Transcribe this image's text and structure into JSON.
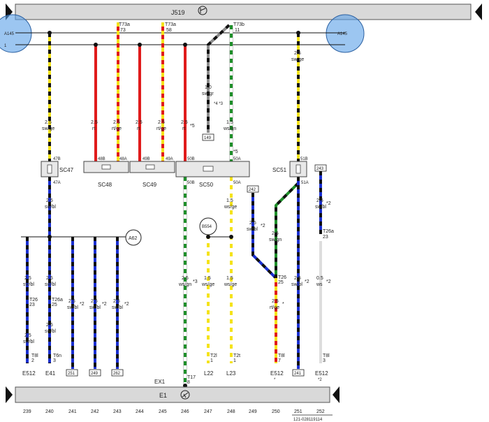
{
  "diagram": {
    "top_bus_label": "J519",
    "bottom_bus_label": "E1",
    "ex_label": "EX1",
    "a_label_left": "A145",
    "a_label_right": "A145",
    "a_label_left_sub": "1",
    "fuse_labels": [
      "SC47",
      "SC48",
      "SC49",
      "SC50",
      "SC51"
    ],
    "column_numbers": [
      "239",
      "240",
      "241",
      "242",
      "243",
      "244",
      "245",
      "246",
      "247",
      "248",
      "249",
      "250",
      "251",
      "252"
    ],
    "doc_number": "121-028119114",
    "colors": {
      "red": "#e01b1b",
      "yellow": "#f5e31a",
      "black": "#111111",
      "green": "#1f8f2a",
      "blue": "#1a2fd0",
      "grey": "#8a8a8a",
      "white": "#ffffff",
      "bus_fill": "#d9d9d9",
      "connector_fill": "#5aa0e8"
    }
  },
  "top_connectors": [
    {
      "code": "T73a",
      "pin": "73"
    },
    {
      "code": "T73a",
      "pin": "58"
    },
    {
      "code": "T73b",
      "pin": "11"
    }
  ],
  "upper_wires": [
    {
      "size": "2.5",
      "color": "sw/ge",
      "note": ""
    },
    {
      "size": "2.5",
      "color": "rt",
      "note": ""
    },
    {
      "size": "2.5",
      "color": "rt/ge",
      "note": ""
    },
    {
      "size": "2.5",
      "color": "rt",
      "note": ""
    },
    {
      "size": "2.5",
      "color": "rt/ge",
      "note": ""
    },
    {
      "size": "2.5",
      "color": "rt",
      "note": "*5"
    },
    {
      "size": "1.0",
      "color": "sw/gr",
      "note": "*4 *3"
    },
    {
      "size": "1.5",
      "color": "ws/gn",
      "note": "*5"
    },
    {
      "size": "2.5",
      "color": "sw/ge",
      "note": ""
    }
  ],
  "fuse_pins_top": [
    "47B",
    "48B",
    "48A",
    "49B",
    "49A",
    "50B",
    "50A",
    "51B"
  ],
  "fuse_pins_bottom": [
    "47A",
    "50B",
    "50A",
    "51A"
  ],
  "ref_boxes": [
    "149",
    "242",
    "243",
    "251",
    "249",
    "262",
    "241"
  ],
  "circle_labels": [
    "A62",
    "B554"
  ],
  "lower_wires": [
    {
      "size": "2.5",
      "color": "sw/bl",
      "note": ""
    },
    {
      "size": "2.5",
      "color": "sw/bl",
      "note": ""
    },
    {
      "size": "2.5",
      "color": "sw/bl",
      "note": "*2"
    },
    {
      "size": "2.5",
      "color": "sw/bl",
      "note": "*2"
    },
    {
      "size": "2.5",
      "color": "sw/bl",
      "note": "*2"
    },
    {
      "size": "2.5",
      "color": "ws/gn",
      "note": "*3"
    },
    {
      "size": "1.5",
      "color": "ws/ge",
      "note": ""
    },
    {
      "size": "1.5",
      "color": "ws/ge",
      "note": ""
    },
    {
      "size": "2.5",
      "color": "sw/bl",
      "note": "*2"
    },
    {
      "size": "2.5",
      "color": "sw/gn",
      "note": ""
    },
    {
      "size": "2.5",
      "color": "rt/ge",
      "note": "*"
    },
    {
      "size": "2.5",
      "color": "sw/bl",
      "note": "*2"
    },
    {
      "size": "2.5",
      "color": "sw/bl",
      "note": "*2"
    },
    {
      "size": "0.5",
      "color": "ws",
      "note": "*2"
    },
    {
      "size": "2.5",
      "color": "sw/bl",
      "note": ""
    }
  ],
  "mid_connectors": [
    {
      "code": "T26",
      "pin": "23"
    },
    {
      "code": "T26a",
      "pin": "25"
    },
    {
      "code": "T26",
      "pin": "25"
    },
    {
      "code": "T26a",
      "pin": "23"
    }
  ],
  "bottom_connectors": [
    {
      "code": "T8l",
      "pin": "2"
    },
    {
      "code": "T6n",
      "pin": "3"
    },
    {
      "code": "T2l",
      "pin": "1"
    },
    {
      "code": "T2t",
      "pin": "1"
    },
    {
      "code": "T8l",
      "pin": "7"
    },
    {
      "code": "T8l",
      "pin": "3"
    },
    {
      "code": "T17",
      "pin": "8"
    }
  ],
  "bottom_components": [
    "E512",
    "E41",
    "L22",
    "L23",
    "E512",
    "E512"
  ],
  "bottom_component_notes": [
    "*",
    "*2"
  ]
}
